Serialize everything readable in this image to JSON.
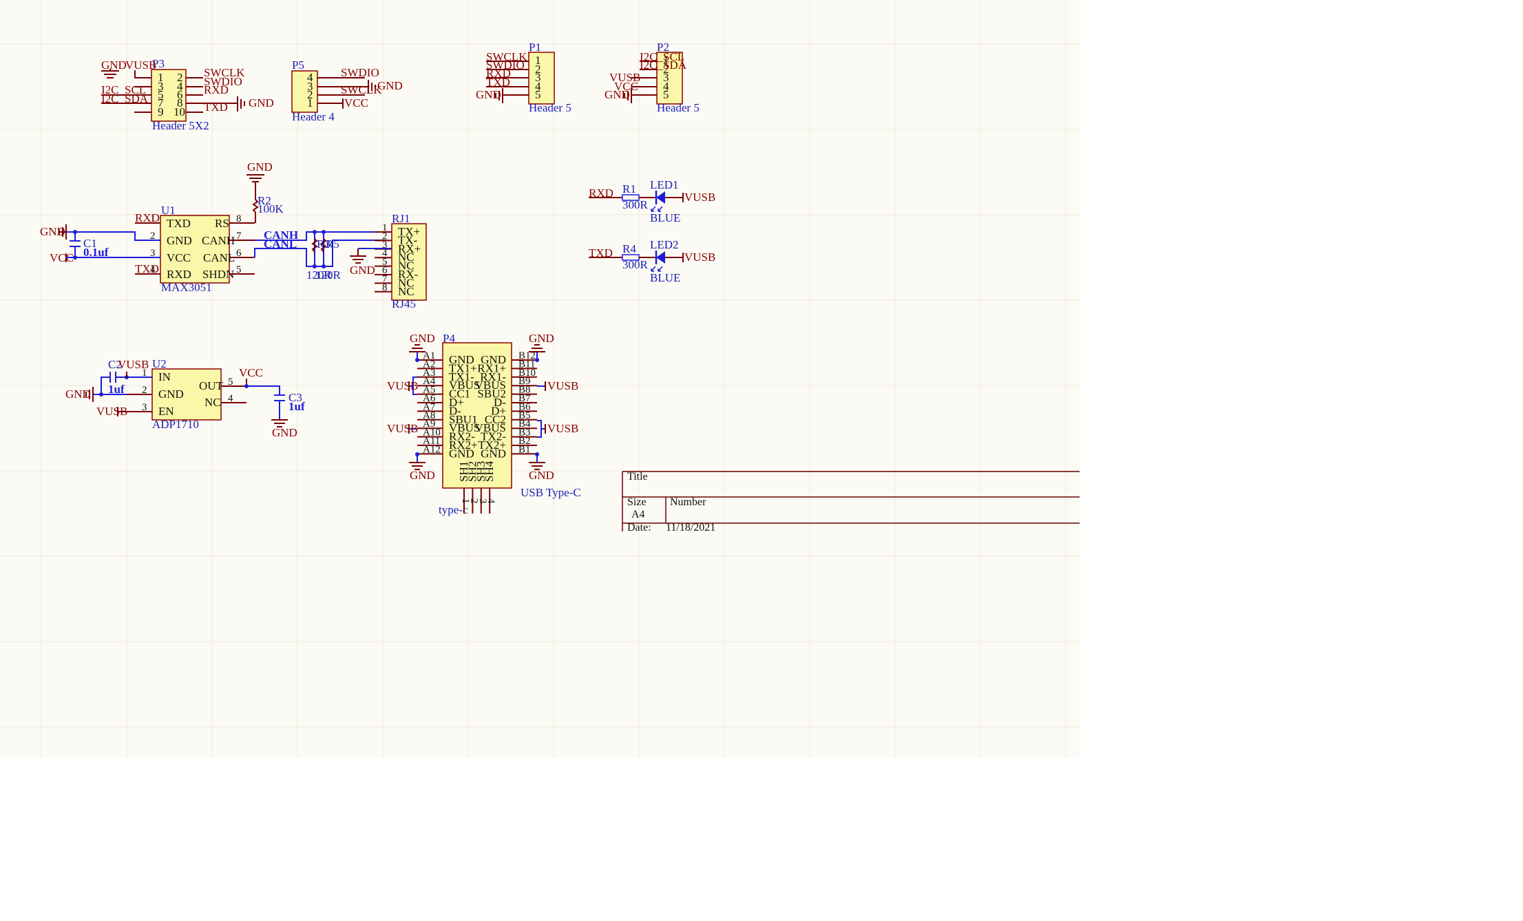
{
  "header_p3": {
    "designator": "P3",
    "comment": "Header 5X2",
    "pin_numbers_left": [
      "1",
      "3",
      "5",
      "7",
      "9"
    ],
    "pin_numbers_right": [
      "2",
      "4",
      "6",
      "8",
      "10"
    ],
    "nets_top": [
      "GND",
      "VUSB"
    ],
    "nets_left": [
      "I2C_SCL",
      "I2C_SDA"
    ],
    "nets_right": [
      "SWCLK",
      "SWDIO",
      "RXD",
      "TXD",
      "GND"
    ]
  },
  "header_p5": {
    "designator": "P5",
    "comment": "Header 4",
    "pin_numbers": [
      "4",
      "3",
      "2",
      "1"
    ],
    "nets": [
      "SWDIO",
      "SWCLK",
      "GND",
      "VCC"
    ]
  },
  "header_p1": {
    "designator": "P1",
    "comment": "Header 5",
    "pin_numbers": [
      "1",
      "2",
      "3",
      "4",
      "5"
    ],
    "nets": [
      "SWCLK",
      "SWDIO",
      "RXD",
      "TXD",
      "GND"
    ]
  },
  "header_p2": {
    "designator": "P2",
    "comment": "Header 5",
    "pin_numbers": [
      "1",
      "2",
      "3",
      "4",
      "5"
    ],
    "nets": [
      "I2C_SCL",
      "I2C_SDA",
      "VUSB",
      "VCC",
      "GND"
    ]
  },
  "can_section": {
    "u1": {
      "designator": "U1",
      "comment": "MAX3051",
      "pins_left": [
        "TXD",
        "GND",
        "VCC",
        "RXD"
      ],
      "pins_right": [
        "RS",
        "CANH",
        "CANL",
        "SHDN"
      ],
      "pin_numbers_left": [
        "1",
        "2",
        "3",
        "4"
      ],
      "pin_numbers_right": [
        "8",
        "7",
        "6",
        "5"
      ]
    },
    "r2": {
      "designator": "R2",
      "value": "100K",
      "gnd": "GND"
    },
    "c1": {
      "designator": "C1",
      "value": "0.1uf"
    },
    "nets": {
      "rxd": "RXD",
      "txd": "TXD",
      "gnd": "GND",
      "vcc": "VCC",
      "canh": "CANH",
      "canl": "CANL"
    },
    "r3": {
      "designator": "R3",
      "value": "120R"
    },
    "r5": {
      "designator": "R5",
      "value": "120R"
    },
    "rj1": {
      "designator": "RJ1",
      "comment": "RJ45",
      "pins": [
        "TX+",
        "TX-",
        "RX+",
        "NC",
        "NC",
        "RX-",
        "NC",
        "NC"
      ],
      "pin_numbers": [
        "1",
        "2",
        "3",
        "4",
        "5",
        "6",
        "7",
        "8"
      ],
      "gnd": "GND"
    }
  },
  "leds": [
    {
      "net_in": "RXD",
      "resistor": "R1",
      "value": "300R",
      "led": "LED1",
      "color": "BLUE",
      "net_out": "VUSB"
    },
    {
      "net_in": "TXD",
      "resistor": "R4",
      "value": "300R",
      "led": "LED2",
      "color": "BLUE",
      "net_out": "VUSB"
    }
  ],
  "regulator": {
    "u2": {
      "designator": "U2",
      "comment": "ADP1710",
      "pins_left": [
        "IN",
        "GND",
        "EN"
      ],
      "pins_right": [
        "OUT",
        "NC"
      ],
      "pin_numbers_left": [
        "1",
        "2",
        "3"
      ],
      "pin_numbers_right": [
        "5",
        "4"
      ]
    },
    "c2": {
      "designator": "C2",
      "value": "1uf"
    },
    "c3": {
      "designator": "C3",
      "value": "1uf"
    },
    "nets": {
      "vusb_top": "VUSB",
      "vusb_en": "VUSB",
      "gnd_left": "GND",
      "vcc_out": "VCC",
      "gnd_c3": "GND"
    }
  },
  "usb": {
    "designator": "P4",
    "comment": "USB Type-C",
    "sub_label": "type-c",
    "pins_left_num": [
      "A1",
      "A2",
      "A3",
      "A4",
      "A5",
      "A6",
      "A7",
      "A8",
      "A9",
      "A10",
      "A11",
      "A12"
    ],
    "pins_left_name": [
      "GND",
      "TX1+",
      "TX1-",
      "VBUS",
      "CC1",
      "D+",
      "D-",
      "SBU1",
      "VBUS",
      "RX2-",
      "RX2+",
      "GND"
    ],
    "pins_right_num": [
      "B12",
      "B11",
      "B10",
      "B9",
      "B8",
      "B7",
      "B6",
      "B5",
      "B4",
      "B3",
      "B2",
      "B1"
    ],
    "pins_right_name": [
      "GND",
      "RX1+",
      "RX1-",
      "VBUS",
      "SBU2",
      "D-",
      "D+",
      "CC2",
      "VBUS",
      "TX2-",
      "TX2+",
      "GND"
    ],
    "shield_names": [
      "SH1",
      "SH2",
      "SH3",
      "SH4"
    ],
    "shield_numbers": [
      "1",
      "2",
      "3",
      "4"
    ],
    "nets": {
      "gnd_tl": "GND",
      "gnd_tr": "GND",
      "gnd_bl": "GND",
      "gnd_br": "GND",
      "vusb_l1": "VUSB",
      "vusb_l2": "VUSB",
      "vusb_r1": "VUSB",
      "vusb_r2": "VUSB"
    }
  },
  "title_block": {
    "title_label": "Title",
    "size_label": "Size",
    "size_value": "A4",
    "number_label": "Number",
    "date_label": "Date:",
    "date_value": "11/18/2021"
  },
  "colors": {
    "wire": "#1c1cdc",
    "pin": "#7a0000",
    "component_fill": "#fbf7a8",
    "designator": "#1c1cb4",
    "sheet": "#fbfaf4"
  }
}
